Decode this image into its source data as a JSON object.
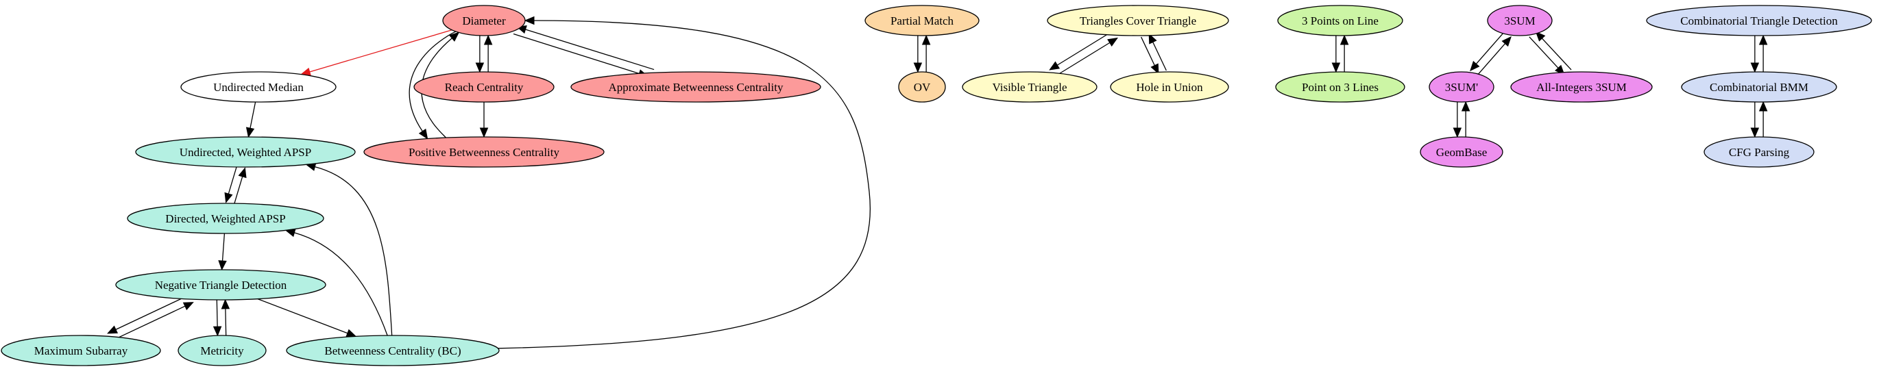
{
  "colors": {
    "red": "#fc9a9a",
    "teal": "#b4f0e2",
    "white": "#ffffff",
    "orange": "#fdd7a3",
    "yellow": "#fffbc7",
    "green": "#ccf5a5",
    "violet": "#ed8fee",
    "blue": "#d2ddf6",
    "red_edge": "#e31a1c"
  },
  "nodes": {
    "diameter": {
      "label": "Diameter",
      "fill": "red"
    },
    "undirected_median": {
      "label": "Undirected Median",
      "fill": "white"
    },
    "reach_centrality": {
      "label": "Reach Centrality",
      "fill": "red"
    },
    "approx_bc": {
      "label": "Approximate Betweenness Centrality",
      "fill": "red"
    },
    "positive_bc": {
      "label": "Positive Betweenness Centrality",
      "fill": "red"
    },
    "undirected_apsp": {
      "label": "Undirected, Weighted APSP",
      "fill": "teal"
    },
    "directed_apsp": {
      "label": "Directed, Weighted APSP",
      "fill": "teal"
    },
    "neg_triangle": {
      "label": "Negative Triangle Detection",
      "fill": "teal"
    },
    "max_subarray": {
      "label": "Maximum Subarray",
      "fill": "teal"
    },
    "metricity": {
      "label": "Metricity",
      "fill": "teal"
    },
    "bc": {
      "label": "Betweenness Centrality (BC)",
      "fill": "teal"
    },
    "partial_match": {
      "label": "Partial Match",
      "fill": "orange"
    },
    "ov": {
      "label": "OV",
      "fill": "orange"
    },
    "tri_cover": {
      "label": "Triangles Cover Triangle",
      "fill": "yellow"
    },
    "visible_tri": {
      "label": "Visible Triangle",
      "fill": "yellow"
    },
    "hole_union": {
      "label": "Hole in Union",
      "fill": "yellow"
    },
    "three_points": {
      "label": "3 Points on Line",
      "fill": "green"
    },
    "point_three_lines": {
      "label": "Point on 3 Lines",
      "fill": "green"
    },
    "threesum": {
      "label": "3SUM",
      "fill": "violet"
    },
    "threesum_prime": {
      "label": "3SUM'",
      "fill": "violet"
    },
    "all_int_3sum": {
      "label": "All-Integers 3SUM",
      "fill": "violet"
    },
    "geombase": {
      "label": "GeomBase",
      "fill": "violet"
    },
    "comb_tri": {
      "label": "Combinatorial Triangle Detection",
      "fill": "blue"
    },
    "comb_bmm": {
      "label": "Combinatorial BMM",
      "fill": "blue"
    },
    "cfg": {
      "label": "CFG Parsing",
      "fill": "blue"
    }
  },
  "edges": [
    {
      "from": "diameter",
      "to": "undirected_median",
      "color": "red"
    },
    {
      "from": "diameter",
      "to": "reach_centrality"
    },
    {
      "from": "reach_centrality",
      "to": "diameter"
    },
    {
      "from": "diameter",
      "to": "approx_bc"
    },
    {
      "from": "approx_bc",
      "to": "diameter"
    },
    {
      "from": "diameter",
      "to": "positive_bc"
    },
    {
      "from": "positive_bc",
      "to": "diameter"
    },
    {
      "from": "reach_centrality",
      "to": "positive_bc"
    },
    {
      "from": "bc",
      "to": "diameter"
    },
    {
      "from": "undirected_median",
      "to": "undirected_apsp"
    },
    {
      "from": "undirected_apsp",
      "to": "directed_apsp"
    },
    {
      "from": "directed_apsp",
      "to": "undirected_apsp"
    },
    {
      "from": "directed_apsp",
      "to": "neg_triangle"
    },
    {
      "from": "neg_triangle",
      "to": "max_subarray"
    },
    {
      "from": "max_subarray",
      "to": "neg_triangle"
    },
    {
      "from": "neg_triangle",
      "to": "metricity"
    },
    {
      "from": "metricity",
      "to": "neg_triangle"
    },
    {
      "from": "neg_triangle",
      "to": "bc"
    },
    {
      "from": "bc",
      "to": "directed_apsp"
    },
    {
      "from": "bc",
      "to": "undirected_apsp"
    },
    {
      "from": "partial_match",
      "to": "ov"
    },
    {
      "from": "ov",
      "to": "partial_match"
    },
    {
      "from": "tri_cover",
      "to": "visible_tri"
    },
    {
      "from": "visible_tri",
      "to": "tri_cover"
    },
    {
      "from": "tri_cover",
      "to": "hole_union"
    },
    {
      "from": "hole_union",
      "to": "tri_cover"
    },
    {
      "from": "three_points",
      "to": "point_three_lines"
    },
    {
      "from": "point_three_lines",
      "to": "three_points"
    },
    {
      "from": "threesum",
      "to": "threesum_prime"
    },
    {
      "from": "threesum_prime",
      "to": "threesum"
    },
    {
      "from": "threesum",
      "to": "all_int_3sum"
    },
    {
      "from": "all_int_3sum",
      "to": "threesum"
    },
    {
      "from": "threesum_prime",
      "to": "geombase"
    },
    {
      "from": "geombase",
      "to": "threesum_prime"
    },
    {
      "from": "comb_tri",
      "to": "comb_bmm"
    },
    {
      "from": "comb_bmm",
      "to": "comb_tri"
    },
    {
      "from": "comb_bmm",
      "to": "cfg"
    },
    {
      "from": "cfg",
      "to": "comb_bmm"
    }
  ]
}
